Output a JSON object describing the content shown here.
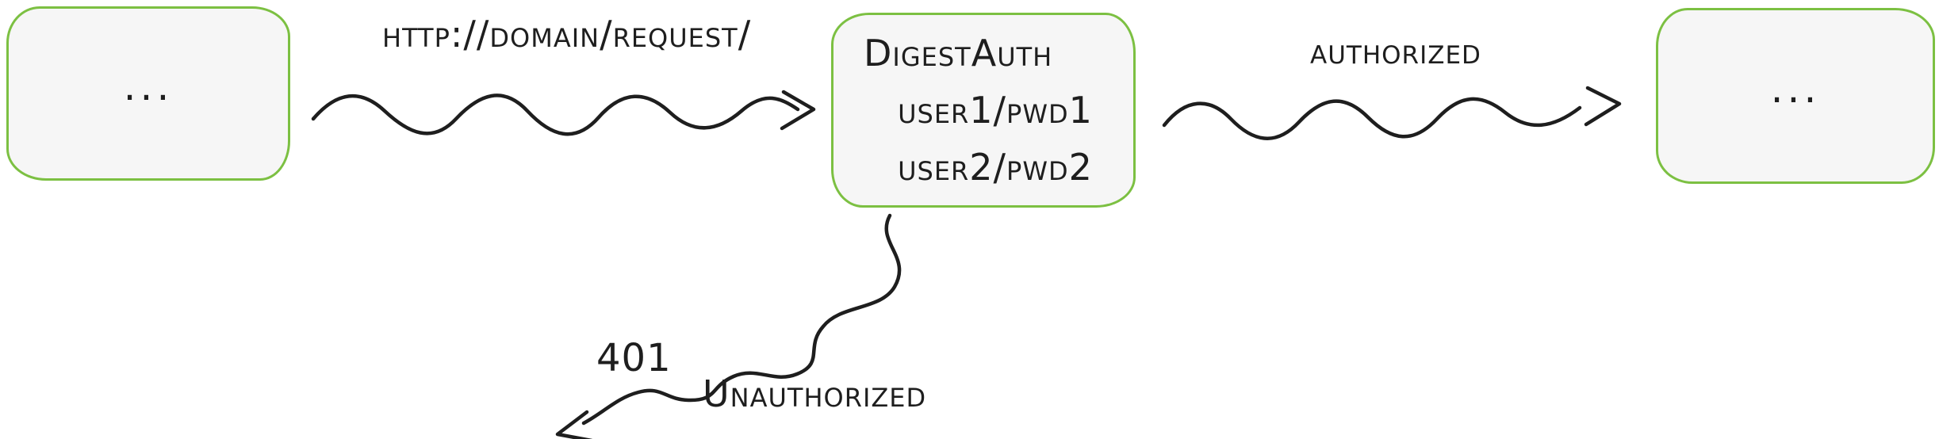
{
  "diagram": {
    "nodes": {
      "left": {
        "label": "..."
      },
      "auth": {
        "title": "DigestAuth",
        "users": [
          "user1/pwd1",
          "user2/pwd2"
        ]
      },
      "right": {
        "label": "..."
      }
    },
    "edges": {
      "request": {
        "label": "http://domain/request/"
      },
      "authorized": {
        "label": "authorized"
      },
      "unauthorized": {
        "code": "401",
        "label": "Unauthorized"
      }
    }
  },
  "colors": {
    "node_border": "#7cc042",
    "node_fill": "#f6f6f6",
    "stroke": "#1e1e1e",
    "text": "#1e1e1e"
  }
}
